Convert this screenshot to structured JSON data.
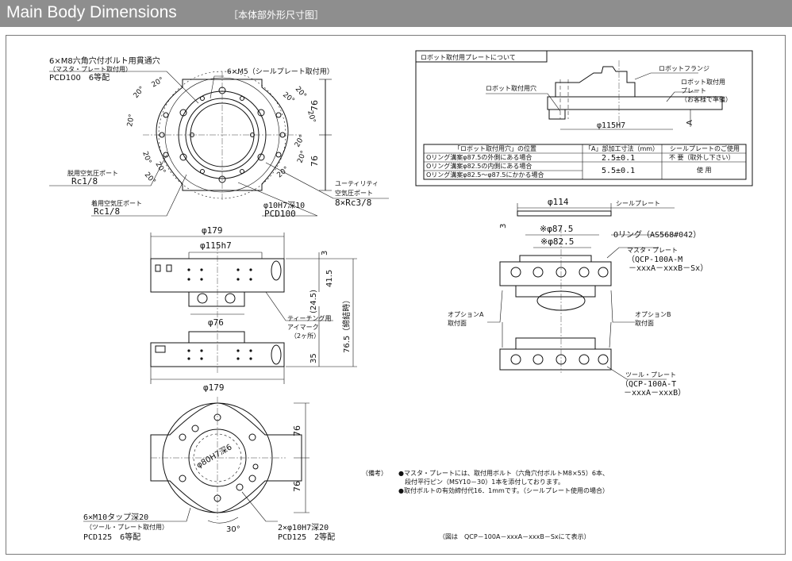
{
  "header": {
    "title": "Main Body Dimensions",
    "subtitle": "［本体部外形尺寸图］"
  },
  "top_view": {
    "bolt_hole_label_1": "6×M8六角穴付ボルト用貫通穴",
    "bolt_hole_label_2": "（マスタ・プレート取付用）",
    "bolt_hole_label_3": "PCD100　6等配",
    "m5_label": "6×M5（シールプレート取付用）",
    "exhaust_port_label": "脱用空気圧ポート",
    "exhaust_port_thread": "Rc1/8",
    "attach_port_label": "着用空気圧ポート",
    "attach_port_thread": "Rc1/8",
    "utility_label_1": "ユーティリティ",
    "utility_label_2": "空気圧ポート",
    "utility_thread": "8×Rc3/8",
    "pin_hole": "φ10H7深10",
    "pin_pcd": "PCD100",
    "dim_76_top": "76",
    "dim_76_bottom": "76",
    "angles": [
      "20°",
      "20°",
      "20°",
      "20°",
      "20°",
      "20°",
      "20°",
      "20°",
      "20°",
      "20°",
      "20°",
      "20°"
    ]
  },
  "robot_plate": {
    "title": "ロボット取付用プレートについて",
    "flange_label": "ロボットフランジ",
    "hole_label": "ロボット取付用穴",
    "plate_label_1": "ロボット取付用",
    "plate_label_2": "プレート",
    "plate_label_3": "（お客様で準備）",
    "dim_115": "φ115H7",
    "dim_a": "A",
    "table": {
      "headers": [
        "「ロボット取付用穴」の位置",
        "「A」部加工寸法（mm）",
        "シールプレートのご使用"
      ],
      "rows": [
        [
          "Oリング溝案φ87.5の外側にある場合",
          "2.5±0.1",
          "不 要（取外し下さい）"
        ],
        [
          "Oリング溝案φ82.5の内側にある場合",
          "5.5±0.1",
          "使 用"
        ],
        [
          "Oリング溝案φ82.5～φ87.5にかかる場合",
          "",
          ""
        ]
      ]
    }
  },
  "side_view": {
    "dim_179_top": "φ179",
    "dim_115h7": "φ115h7",
    "dim_3": "3",
    "dim_41_5": "41.5",
    "dim_24_5": "(24.5)",
    "dim_76_5": "76.5（締結時）",
    "dim_35": "35",
    "dim_76": "φ76",
    "dim_179_bottom": "φ179",
    "teaching_label_1": "ティーチング用",
    "teaching_label_2": "アイマーク",
    "teaching_label_3": "（2ヶ所）"
  },
  "right_view": {
    "dim_114": "φ114",
    "seal_plate": "シールプレート",
    "dim_3": "3",
    "dim_87_5": "※φ87.5",
    "dim_82_5": "※φ82.5",
    "oring": "Oリング（AS568#042）",
    "master_plate": "マスタ・プレート",
    "master_model_1": "（QCP-100A-M",
    "master_model_2": "－xxxA－xxxB－Sx）",
    "option_a_1": "オプションA",
    "option_a_2": "取付面",
    "option_b_1": "オプションB",
    "option_b_2": "取付面",
    "tool_plate": "ツール・プレート",
    "tool_model_1": "（QCP-100A-T",
    "tool_model_2": "－xxxA－xxxB）"
  },
  "bottom_view": {
    "center_label": "φ80H7深6",
    "dim_76_top": "76",
    "dim_76_bottom": "76",
    "tap_label_1": "6×M10タップ深20",
    "tap_label_2": "（ツール・プレート取付用）",
    "tap_label_3": "PCD125　6等配",
    "angle_30": "30°",
    "pin_label_1": "2×φ10H7深20",
    "pin_label_2": "PCD125　2等配"
  },
  "notes": {
    "heading": "（備考）",
    "lines": [
      "●マスタ・プレートには、取付用ボルト（六角穴付ボルトM8×55）6本、",
      "　段付平行ピン（MSY10－30）1本を添付しております。",
      "●取付ボルトの有効締付代16．1mmです。（シールプレート使用の場合）"
    ],
    "figure_caption": "（図は　QCP－100A－xxxA－xxxB－Sxにて表示）"
  }
}
